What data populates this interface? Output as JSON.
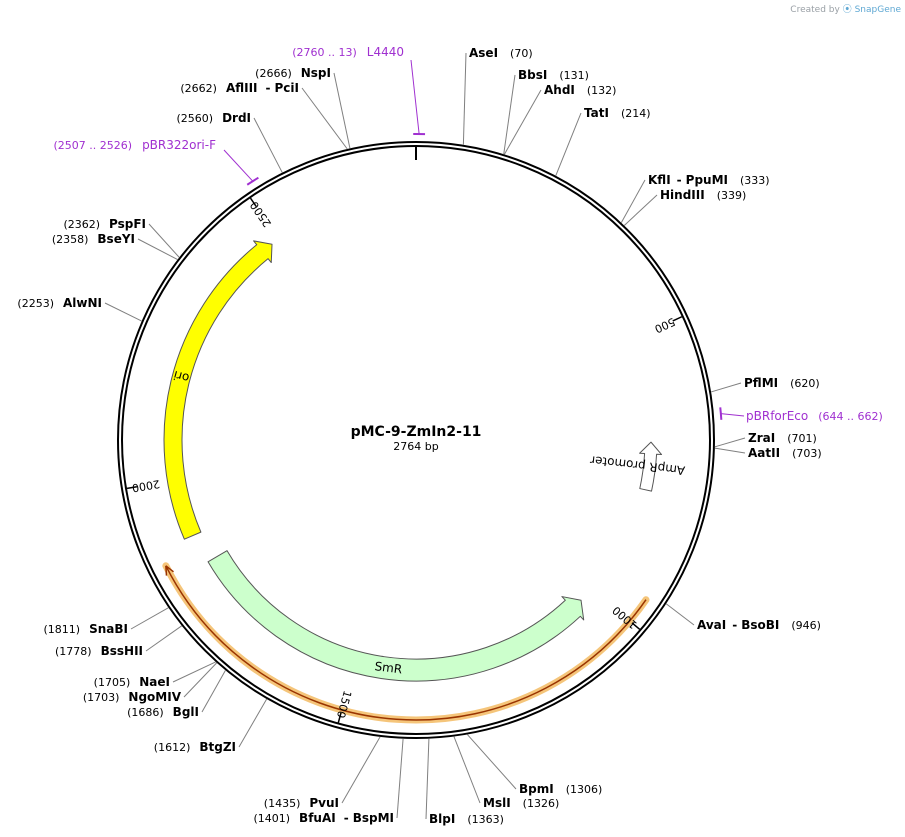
{
  "credit": {
    "text": "Created by",
    "brand": "SnapGene"
  },
  "plasmid": {
    "name": "pMC-9-ZmIn2-11",
    "length_label": "2764 bp",
    "length": 2764
  },
  "ticks": [
    {
      "pos": 500,
      "label": "500"
    },
    {
      "pos": 1000,
      "label": "1000"
    },
    {
      "pos": 1500,
      "label": "1500"
    },
    {
      "pos": 2000,
      "label": "2000"
    },
    {
      "pos": 2500,
      "label": "2500"
    }
  ],
  "sites": [
    {
      "name": "AseI",
      "pos_label": "(70)",
      "pos": 70
    },
    {
      "name": "BbsI",
      "pos_label": "(131)",
      "pos": 131
    },
    {
      "name": "AhdI",
      "pos_label": "(132)",
      "pos": 132
    },
    {
      "name": "TatI",
      "pos_label": "(214)",
      "pos": 214
    },
    {
      "name": "KflI",
      "suffix": "PpuMI",
      "pos_label": "(333)",
      "pos": 333
    },
    {
      "name": "HindIII",
      "pos_label": "(339)",
      "pos": 339
    },
    {
      "name": "PflMI",
      "pos_label": "(620)",
      "pos": 620
    },
    {
      "name": "ZraI",
      "pos_label": "(701)",
      "pos": 701
    },
    {
      "name": "AatII",
      "pos_label": "(703)",
      "pos": 703
    },
    {
      "name": "AvaI",
      "suffix": "BsoBI",
      "pos_label": "(946)",
      "pos": 946
    },
    {
      "name": "BpmI",
      "pos_label": "(1306)",
      "pos": 1306
    },
    {
      "name": "MslI",
      "pos_label": "(1326)",
      "pos": 1326
    },
    {
      "name": "BlpI",
      "pos_label": "(1363)",
      "pos": 1363
    },
    {
      "name": "BfuAI",
      "suffix": "BspMI",
      "pos_label": "(1401)",
      "pos": 1401
    },
    {
      "name": "PvuI",
      "pos_label": "(1435)",
      "pos": 1435
    },
    {
      "name": "BtgZI",
      "pos_label": "(1612)",
      "pos": 1612
    },
    {
      "name": "BglI",
      "pos_label": "(1686)",
      "pos": 1686
    },
    {
      "name": "NgoMIV",
      "pos_label": "(1703)",
      "pos": 1703
    },
    {
      "name": "NaeI",
      "pos_label": "(1705)",
      "pos": 1705
    },
    {
      "name": "BssHII",
      "pos_label": "(1778)",
      "pos": 1778
    },
    {
      "name": "SnaBI",
      "pos_label": "(1811)",
      "pos": 1811
    },
    {
      "name": "AlwNI",
      "pos_label": "(2253)",
      "pos": 2253
    },
    {
      "name": "BseYI",
      "pos_label": "(2358)",
      "pos": 2358
    },
    {
      "name": "PspFI",
      "pos_label": "(2362)",
      "pos": 2362
    },
    {
      "name": "DrdI",
      "pos_label": "(2560)",
      "pos": 2560
    },
    {
      "name": "AflIII",
      "suffix": "PciI",
      "pos_label": "(2662)",
      "pos": 2662
    },
    {
      "name": "NspI",
      "pos_label": "(2666)",
      "pos": 2666
    }
  ],
  "primers": [
    {
      "name": "L4440",
      "range_label": "(2760 .. 13)",
      "start": 2760,
      "end": 13
    },
    {
      "name": "pBRforEco",
      "range_label": "(644 .. 662)",
      "start": 644,
      "end": 662
    },
    {
      "name": "pBR322ori-F",
      "range_label": "(2507 .. 2526)",
      "start": 2507,
      "end": 2526
    }
  ],
  "features": [
    {
      "name": "ori",
      "start": 1895,
      "end": 2485,
      "direction": "forward",
      "color": "#ffff00"
    },
    {
      "name": "AmpR promoter",
      "start": 695,
      "end": 785,
      "direction": "reverse",
      "color": "#ffffff"
    },
    {
      "name": "SmR",
      "start": 1030,
      "end": 1840,
      "direction": "reverse",
      "color": "#ccffcc"
    }
  ],
  "orf": {
    "start": 958,
    "end": 1868,
    "direction": "reverse",
    "color": "#993300",
    "glow": "#f5c57a"
  },
  "colors": {
    "primer": "#a030d0",
    "backbone": "#000000",
    "leader": "#808080"
  }
}
